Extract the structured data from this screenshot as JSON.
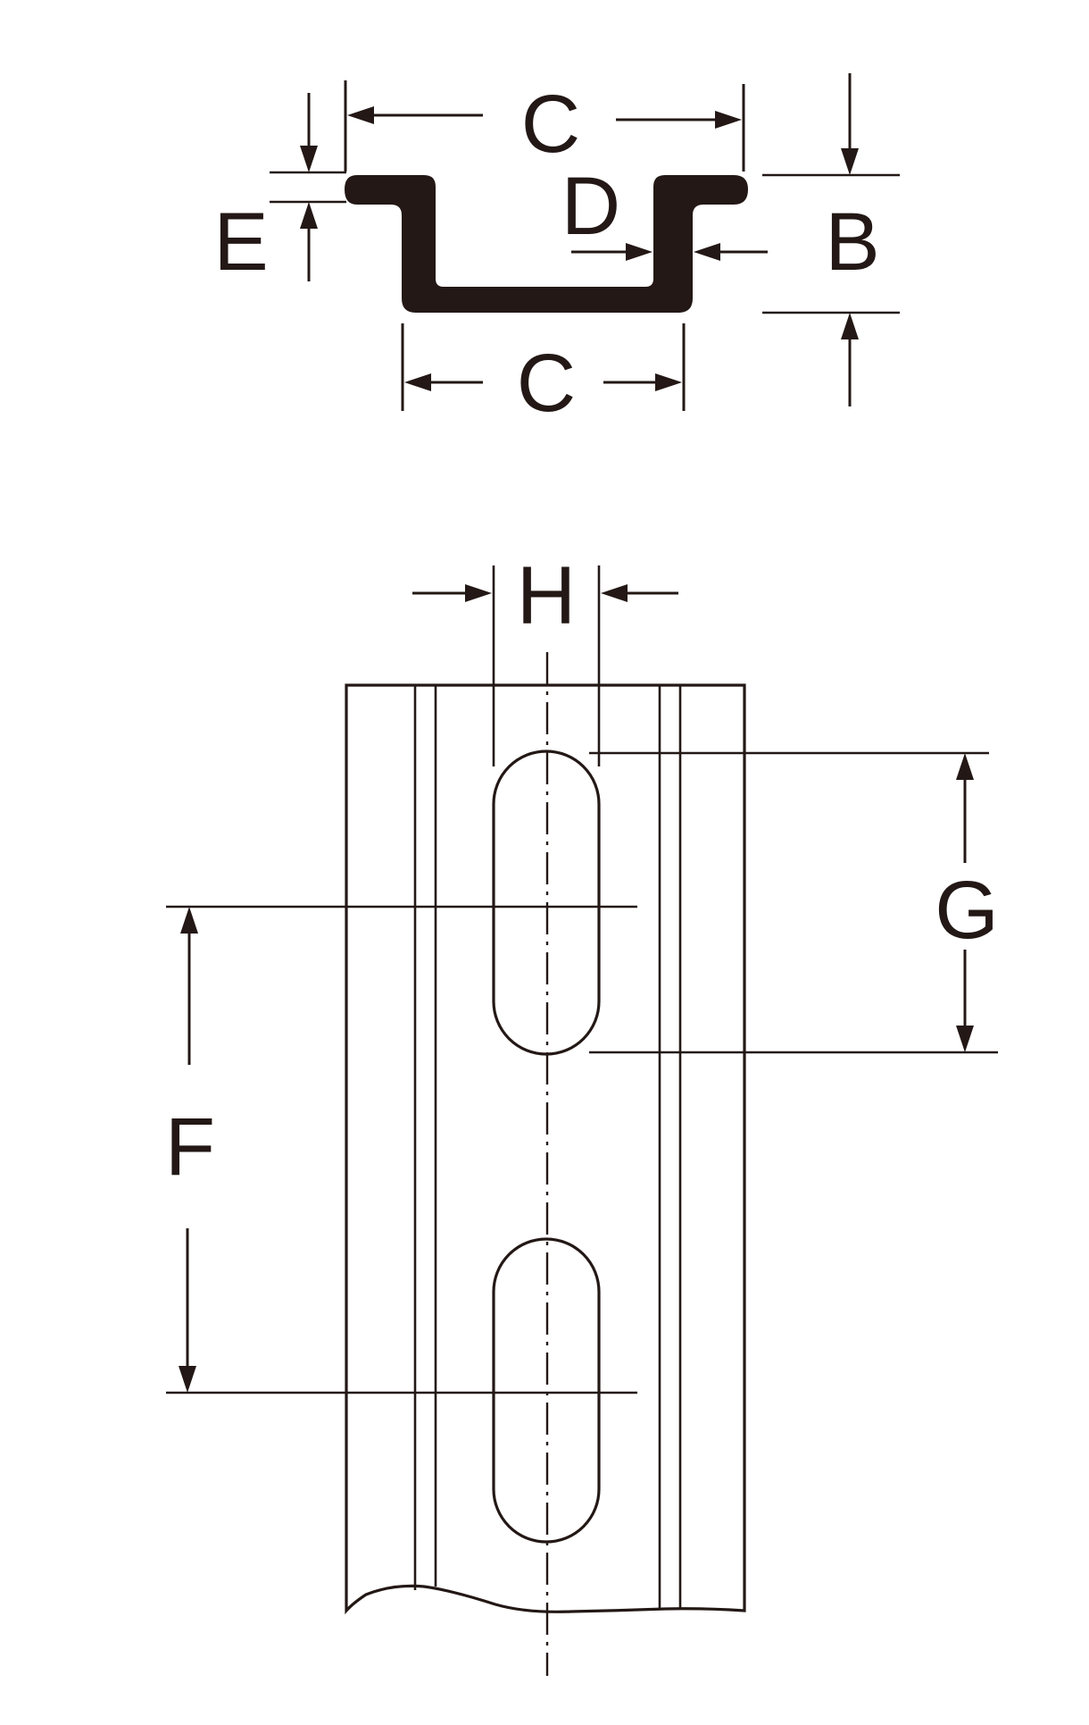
{
  "labels": {
    "c_top": "C",
    "c_bottom": "C",
    "d": "D",
    "e": "E",
    "b": "B",
    "h": "H",
    "g": "G",
    "f": "F"
  },
  "colors": {
    "ink": "#231815",
    "background": "#ffffff"
  }
}
